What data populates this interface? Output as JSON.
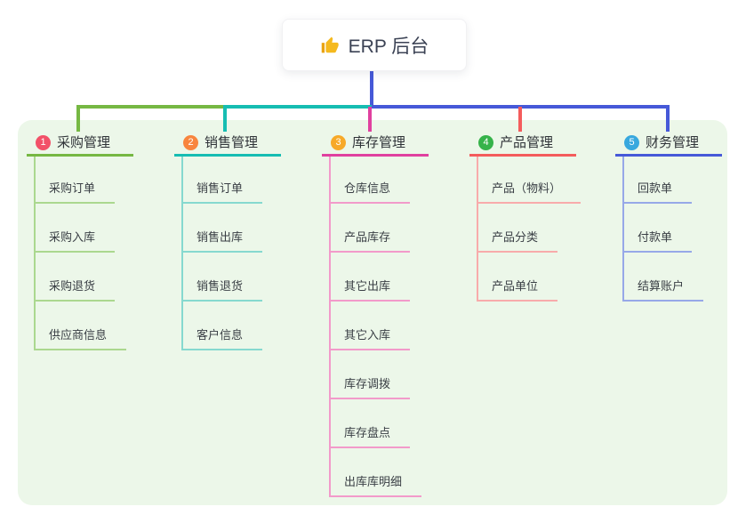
{
  "root": {
    "title": "ERP 后台",
    "icon": "thumbs-up-icon",
    "icon_color": "#f5b91e"
  },
  "colors": {
    "panel_background": "#ecf7e9",
    "root_line": "#4659d8",
    "branch_lines": [
      "#76b843",
      "#16bdb2",
      "#e0409f",
      "#f45c5c",
      "#4659d8"
    ],
    "branch_light_lines": [
      "#abd88f",
      "#86d9cf",
      "#f29aca",
      "#f8abab",
      "#97a8e8"
    ],
    "badge_colors": [
      "#f25168",
      "#f8853e",
      "#f7a928",
      "#36b34a",
      "#38a8de"
    ]
  },
  "branches": [
    {
      "number": "1",
      "label": "采购管理",
      "children": [
        "采购订单",
        "采购入库",
        "采购退货",
        "供应商信息"
      ]
    },
    {
      "number": "2",
      "label": "销售管理",
      "children": [
        "销售订单",
        "销售出库",
        "销售退货",
        "客户信息"
      ]
    },
    {
      "number": "3",
      "label": "库存管理",
      "children": [
        "仓库信息",
        "产品库存",
        "其它出库",
        "其它入库",
        "库存调拨",
        "库存盘点",
        "出库库明细"
      ]
    },
    {
      "number": "4",
      "label": "产品管理",
      "children": [
        "产品（物料）",
        "产品分类",
        "产品单位"
      ]
    },
    {
      "number": "5",
      "label": "财务管理",
      "children": [
        "回款单",
        "付款单",
        "结算账户"
      ]
    }
  ]
}
